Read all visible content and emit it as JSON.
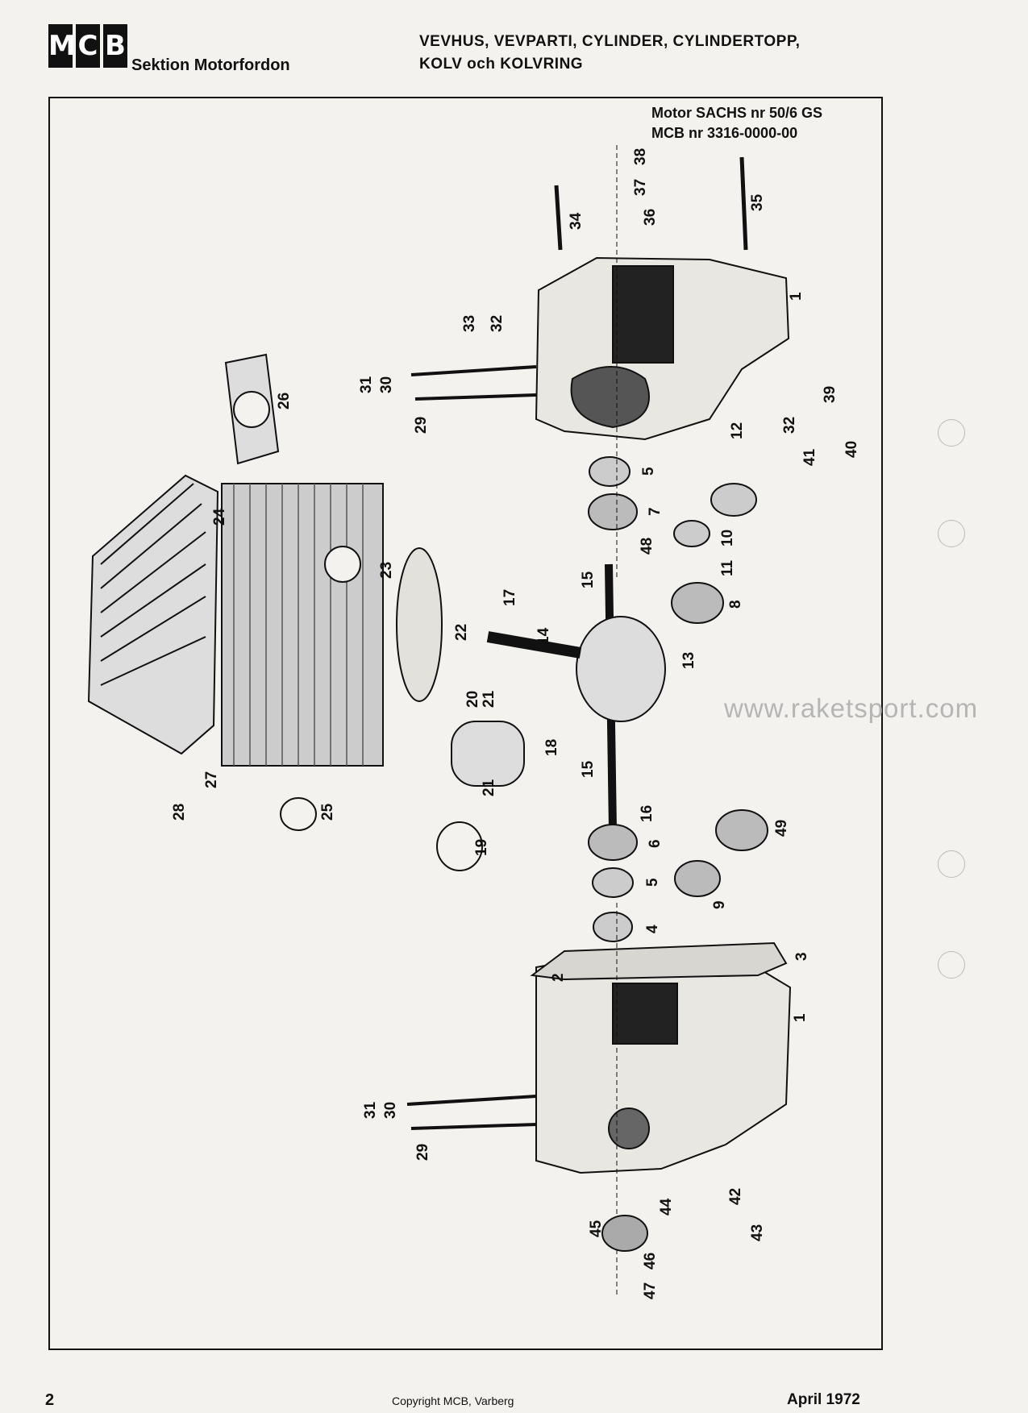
{
  "header": {
    "logo_letters": [
      "M",
      "C",
      "B"
    ],
    "section": "Sektion Motorfordon",
    "title_line1": "VEVHUS, VEVPARTI, CYLINDER, CYLINDERTOPP,",
    "title_line2": "KOLV och KOLVRING"
  },
  "diagram": {
    "motor_line1": "Motor SACHS nr 50/6 GS",
    "motor_line2": "MCB nr 3316-0000-00",
    "part_numbers": [
      "1",
      "2",
      "3",
      "4",
      "5",
      "6",
      "7",
      "8",
      "9",
      "10",
      "11",
      "12",
      "13",
      "14",
      "15",
      "16",
      "17",
      "18",
      "19",
      "20",
      "21",
      "22",
      "23",
      "24",
      "25",
      "26",
      "27",
      "28",
      "29",
      "30",
      "31",
      "32",
      "33",
      "34",
      "35",
      "36",
      "37",
      "38",
      "39",
      "40",
      "41",
      "42",
      "43",
      "44",
      "45",
      "46",
      "47",
      "48",
      "49"
    ]
  },
  "watermark": "www.raketsport.com",
  "footer": {
    "page_number": "2",
    "copyright": "Copyright MCB, Varberg",
    "date": "April 1972"
  }
}
